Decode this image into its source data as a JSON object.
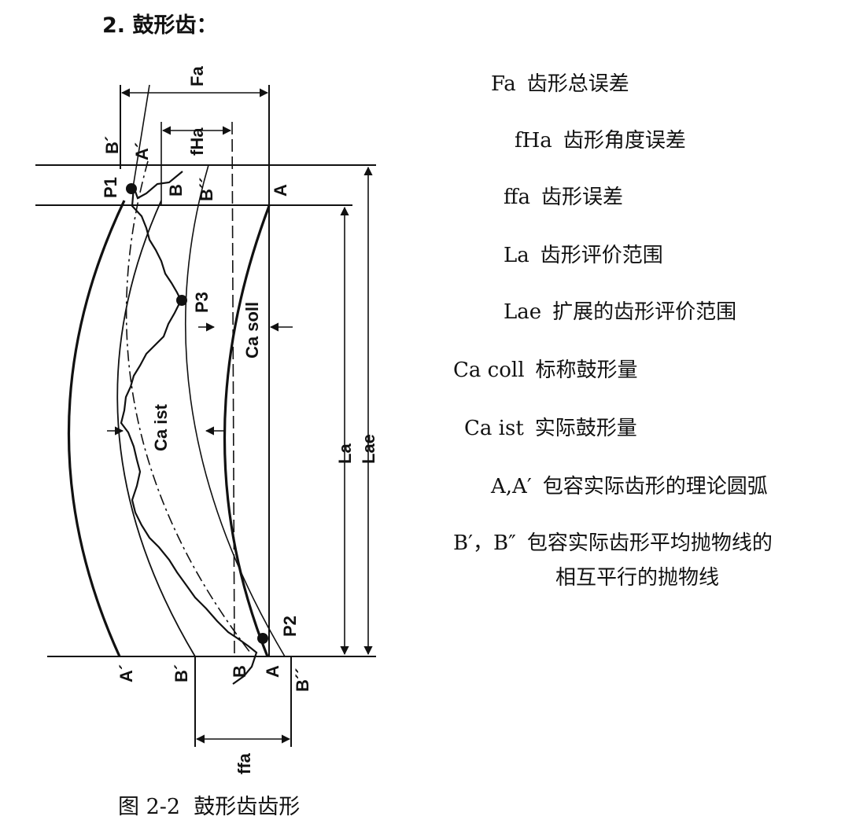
{
  "heading": "2. 鼓形齿：",
  "diagram_labels": {
    "Fa": "Fa",
    "fHa": "fHa",
    "B_prime_top": "B´",
    "A_prime_top": "A´",
    "P1": "P1",
    "B_top": "B",
    "B_dprime_top": "B´´",
    "A_top": "A",
    "P3": "P3",
    "Ca_soll": "Ca soll",
    "Ca_ist": "Ca ist",
    "La": "La",
    "Lae": "Lae",
    "P2": "P2",
    "A_prime_bottom": "A´",
    "B_prime_bottom": "B´",
    "B_bottom": "B",
    "A_bottom": "A",
    "B_dprime_bottom": "B´´",
    "ffa": "ffa"
  },
  "legend": [
    {
      "symbol": "Fa",
      "description": "齿形总误差"
    },
    {
      "symbol": "fHa",
      "description": "齿形角度误差"
    },
    {
      "symbol": "ffa",
      "description": "齿形误差"
    },
    {
      "symbol": "La",
      "description": "齿形评价范围"
    },
    {
      "symbol": "Lae",
      "description": "扩展的齿形评价范围"
    },
    {
      "symbol": "Ca coll",
      "description": "标称鼓形量"
    },
    {
      "symbol": "Ca ist",
      "description": "实际鼓形量"
    },
    {
      "symbol": "A,A′",
      "description": "包容实际齿形的理论圆弧"
    },
    {
      "symbol": "B′，B″",
      "description": "包容实际齿形平均抛物线的"
    }
  ],
  "legend_continuation": "相互平行的抛物线",
  "caption": "图 2-2  鼓形齿齿形"
}
